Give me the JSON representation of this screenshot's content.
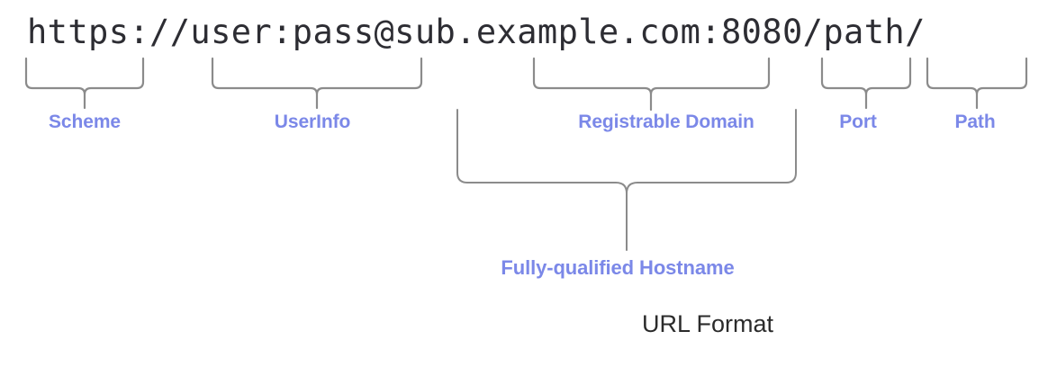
{
  "figure": {
    "caption": "URL Format",
    "caption_color": "#2b2b2b",
    "label_color": "#7b88e8",
    "brace_color": "#8b8b8b",
    "url_text_color": "#2d2d33",
    "background": "#ffffff"
  },
  "url": {
    "full_text": "https://user:pass@sub.example.com:8080/path/",
    "visible_text": "https://user:pass@sub.example.com:8080/path/",
    "clipped_at_right_edge": true,
    "parts": {
      "scheme": "https://",
      "userinfo": "user:pass",
      "at": "@",
      "subdomain": "sub.",
      "registrable_domain": "example.com",
      "port": "8080",
      "path": "/path"
    }
  },
  "annotations": [
    {
      "id": "scheme",
      "label": "Scheme",
      "covers": "https://"
    },
    {
      "id": "userinfo",
      "label": "UserInfo",
      "covers": "user:pass"
    },
    {
      "id": "registrable-domain",
      "label": "Registrable Domain",
      "covers": "example.com"
    },
    {
      "id": "port",
      "label": "Port",
      "covers": "8080"
    },
    {
      "id": "path",
      "label": "Path",
      "covers": "/path"
    },
    {
      "id": "fq-hostname",
      "label": "Fully-qualified Hostname",
      "covers": "sub.example.com"
    }
  ]
}
